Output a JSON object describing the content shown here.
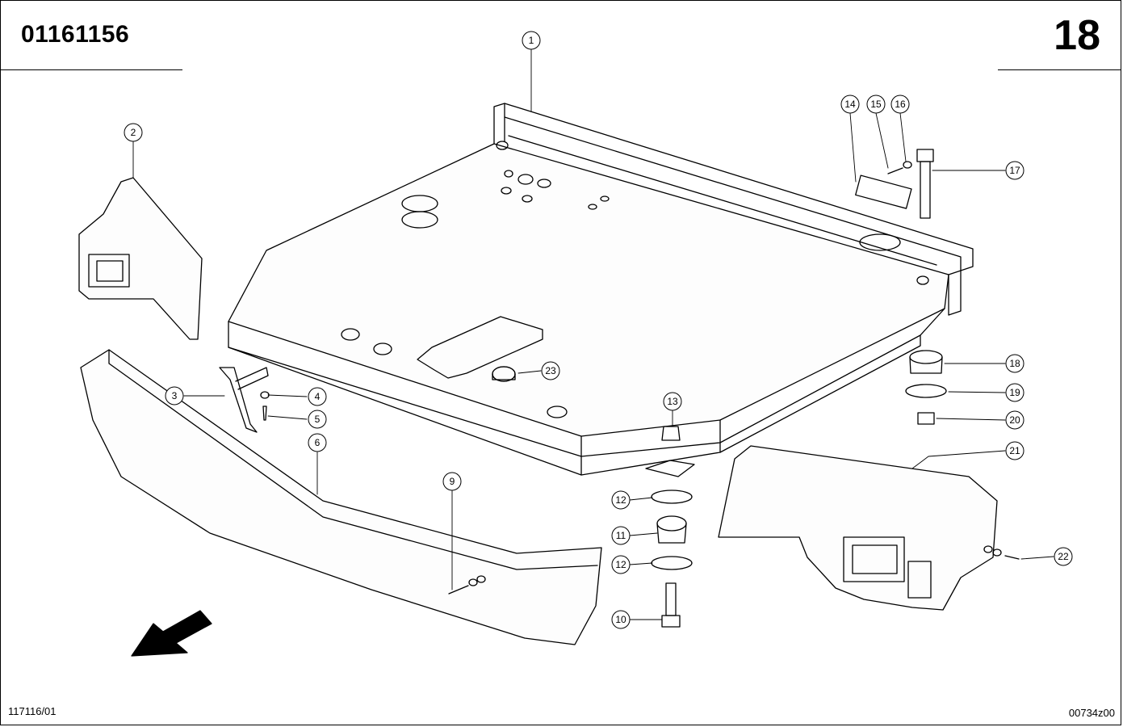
{
  "header": {
    "part_number": "01161156",
    "sheet_number": "18"
  },
  "footer": {
    "left_code": "117116/01",
    "right_code": "00734z00"
  },
  "callouts": [
    {
      "id": "c1",
      "label": "1"
    },
    {
      "id": "c2",
      "label": "2"
    },
    {
      "id": "c3",
      "label": "3"
    },
    {
      "id": "c4",
      "label": "4"
    },
    {
      "id": "c5",
      "label": "5"
    },
    {
      "id": "c6",
      "label": "6"
    },
    {
      "id": "c9",
      "label": "9"
    },
    {
      "id": "c10",
      "label": "10"
    },
    {
      "id": "c11",
      "label": "11"
    },
    {
      "id": "c12a",
      "label": "12"
    },
    {
      "id": "c12b",
      "label": "12"
    },
    {
      "id": "c13",
      "label": "13"
    },
    {
      "id": "c14",
      "label": "14"
    },
    {
      "id": "c15",
      "label": "15"
    },
    {
      "id": "c16",
      "label": "16"
    },
    {
      "id": "c17",
      "label": "17"
    },
    {
      "id": "c18",
      "label": "18"
    },
    {
      "id": "c19",
      "label": "19"
    },
    {
      "id": "c20",
      "label": "20"
    },
    {
      "id": "c21",
      "label": "21"
    },
    {
      "id": "c22",
      "label": "22"
    },
    {
      "id": "c23",
      "label": "23"
    }
  ]
}
